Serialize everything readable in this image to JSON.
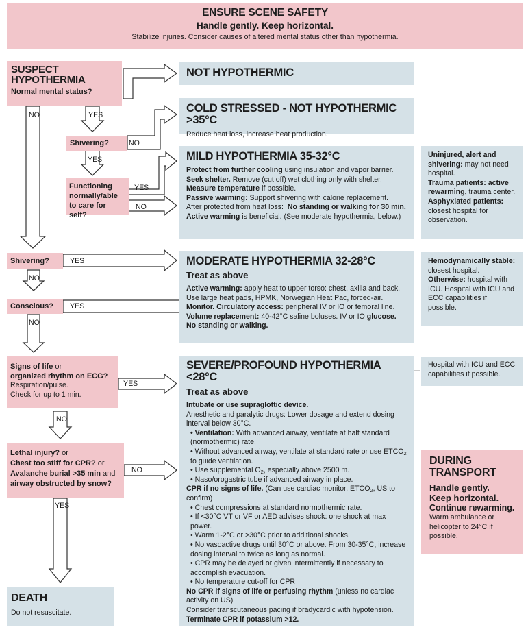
{
  "scene": {
    "title": "ENSURE SCENE SAFETY",
    "subtitle": "Handle gently. Keep horizontal.",
    "note": "Stabilize injuries. Consider causes of altered mental status other than hypothermia."
  },
  "suspect": {
    "title_line1": "SUSPECT",
    "title_line2": "HYPOTHERMIA",
    "question": "Normal mental status?"
  },
  "labels": {
    "yes": "YES",
    "no": "NO"
  },
  "questions": {
    "shivering_1": "Shivering?",
    "functioning_line1": "Functioning",
    "functioning_line2": "normally/able",
    "functioning_line3": "to care for self?",
    "shivering_2": "Shivering?",
    "conscious": "Conscious?",
    "signs_line1_bold": "Signs of life",
    "signs_line1_rest": " or",
    "signs_line2": "organized rhythm on ECG?",
    "signs_line3": "Respiration/pulse.",
    "signs_line4": "Check for up to 1 min.",
    "lethal_line1_bold": "Lethal injury?",
    "lethal_line1_rest": " or",
    "lethal_line2_bold": "Chest too stiff  for CPR?",
    "lethal_line2_rest": " or",
    "lethal_line3_bold": "Avalanche burial >35 min",
    "lethal_line3_rest": " and",
    "lethal_line4": "airway obstructed by snow?"
  },
  "not_hypothermic": {
    "title": "NOT HYPOTHERMIC"
  },
  "cold_stressed": {
    "title": "COLD STRESSED - NOT HYPOTHERMIC >35°C",
    "text": "Reduce heat loss, increase heat production."
  },
  "mild": {
    "title": "MILD HYPOTHERMIA 35-32°C",
    "l1_b": "Protect from further cooling",
    "l1_r": " using insulation and vapor barrier.",
    "l2_b": "Seek shelter.",
    "l2_r": " Remove (cut off) wet clothing only with shelter.",
    "l3_b": "Measure temperature",
    "l3_r": " if possible.",
    "l4_b": "Passive warming:",
    "l4_r": " Support shivering with calorie replacement.",
    "l5_r": "After protected from heat loss:  ",
    "l5_b": "No standing or walking for 30 min.",
    "l6_b": "Active warming",
    "l6_r": " is beneficial. (See moderate hypothermia, below.)"
  },
  "mild_side": {
    "a_b": "Uninjured, alert and shivering:",
    "a_r": " may not need hospital.",
    "b_b": "Trauma patients: active rewarming,",
    "b_r": " trauma center.",
    "c_b": "Asphyxiated patients:",
    "c_r": " closest hospital for observation."
  },
  "moderate": {
    "title": "MODERATE HYPOTHERMIA 32-28°C",
    "subtitle": "Treat as above",
    "l1_b": "Active warming:",
    "l1_r": " apply heat to upper torso: chest, axilla and back.",
    "l2_r": "Use large heat pads, HPMK, Norwegian Heat Pac, forced-air.",
    "l3_b": "Monitor. Circulatory access:",
    "l3_r": " peripheral IV or IO or femoral line.",
    "l4_b": "Volume replacement:",
    "l4_r": " 40-42°C saline boluses. IV or IO ",
    "l4_b2": "glucose.",
    "l5_b": "No standing or walking."
  },
  "moderate_side": {
    "a_b": "Hemodynamically stable:",
    "a_r": " closest hospital.",
    "b_b": "Otherwise:",
    "b_r": " hospital with ICU. Hospital with ICU and ECC capabilities if possible."
  },
  "severe": {
    "title": "SEVERE/PROFOUND HYPOTHERMIA <28°C",
    "subtitle": "Treat as above",
    "l1": "Intubate or use supraglottic device.",
    "l2": "Anesthetic and paralytic drugs: Lower dosage and extend dosing interval below 30°C.",
    "l3_b": "• Ventilation:",
    "l3_r": " With advanced airway, ventilate at half standard (normothermic) rate.",
    "l4_a": "• Without advanced airway, ventilate at standard rate or use ETCO",
    "l4_sub": "2",
    "l4_b": " to guide ventilation.",
    "l5_a": "• Use supplemental O",
    "l5_sub": "2",
    "l5_b": ", especially above 2500 m.",
    "l6": "• Naso/orogastric tube if advanced airway in place.",
    "l7_b": "CPR if no signs of life.",
    "l7_r": " (Can use cardiac monitor, ETCO",
    "l7_sub": "2",
    "l7_r2": ", US to confirm)",
    "l8": "• Chest compressions at standard normothermic rate.",
    "l9": "• If <30°C VT or VF or AED advises shock: one shock at max power.",
    "l10": "• Warm 1-2°C or >30°C prior to additional shocks.",
    "l11": "• No vasoactive drugs until 30°C or above. From 30-35°C, increase dosing interval to twice as long as normal.",
    "l12": "• CPR may be delayed or given intermittently if necessary to accomplish evacuation.",
    "l13": "• No temperature cut-off for CPR",
    "l14_b": "No CPR if signs of life or perfusing rhythm",
    "l14_r": " (unless no cardiac activity on US)",
    "l15": "Consider transcutaneous pacing if bradycardic with hypotension.",
    "l16": "Terminate CPR if potassium >12."
  },
  "severe_side": {
    "text": "Hospital with ICU and ECC capabilities if possible."
  },
  "transport": {
    "title_line1": "DURING",
    "title_line2": "TRANSPORT",
    "l1": "Handle gently.",
    "l2": "Keep horizontal.",
    "l3": "Continue rewarming.",
    "l4": "Warm ambulance or helicopter to 24°C if possible."
  },
  "death": {
    "title": "DEATH",
    "text": "Do not resuscitate."
  },
  "colors": {
    "pink": "#f2c6cb",
    "blue": "#d5e1e7"
  }
}
